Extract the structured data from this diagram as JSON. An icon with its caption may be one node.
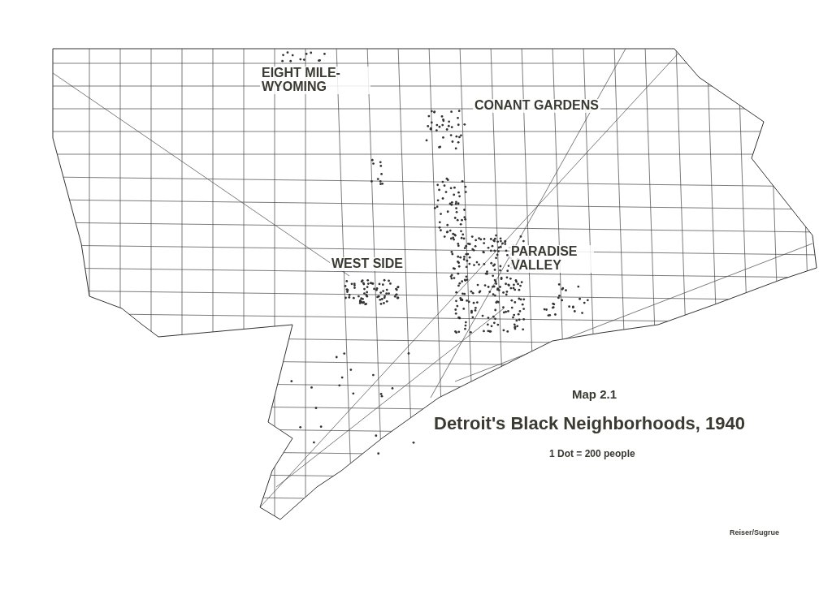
{
  "diagram": {
    "title": "Detroit's Black Neighborhoods, 1940",
    "labels": [
      "EIGHT MILE-WYOMING",
      "CONANT GARDENS",
      "WEST SIDE",
      "PARADISE VALLEY",
      "Map 2.1",
      "1 Dot = 200 people",
      "Reiser/Sugrue"
    ]
  }
}
